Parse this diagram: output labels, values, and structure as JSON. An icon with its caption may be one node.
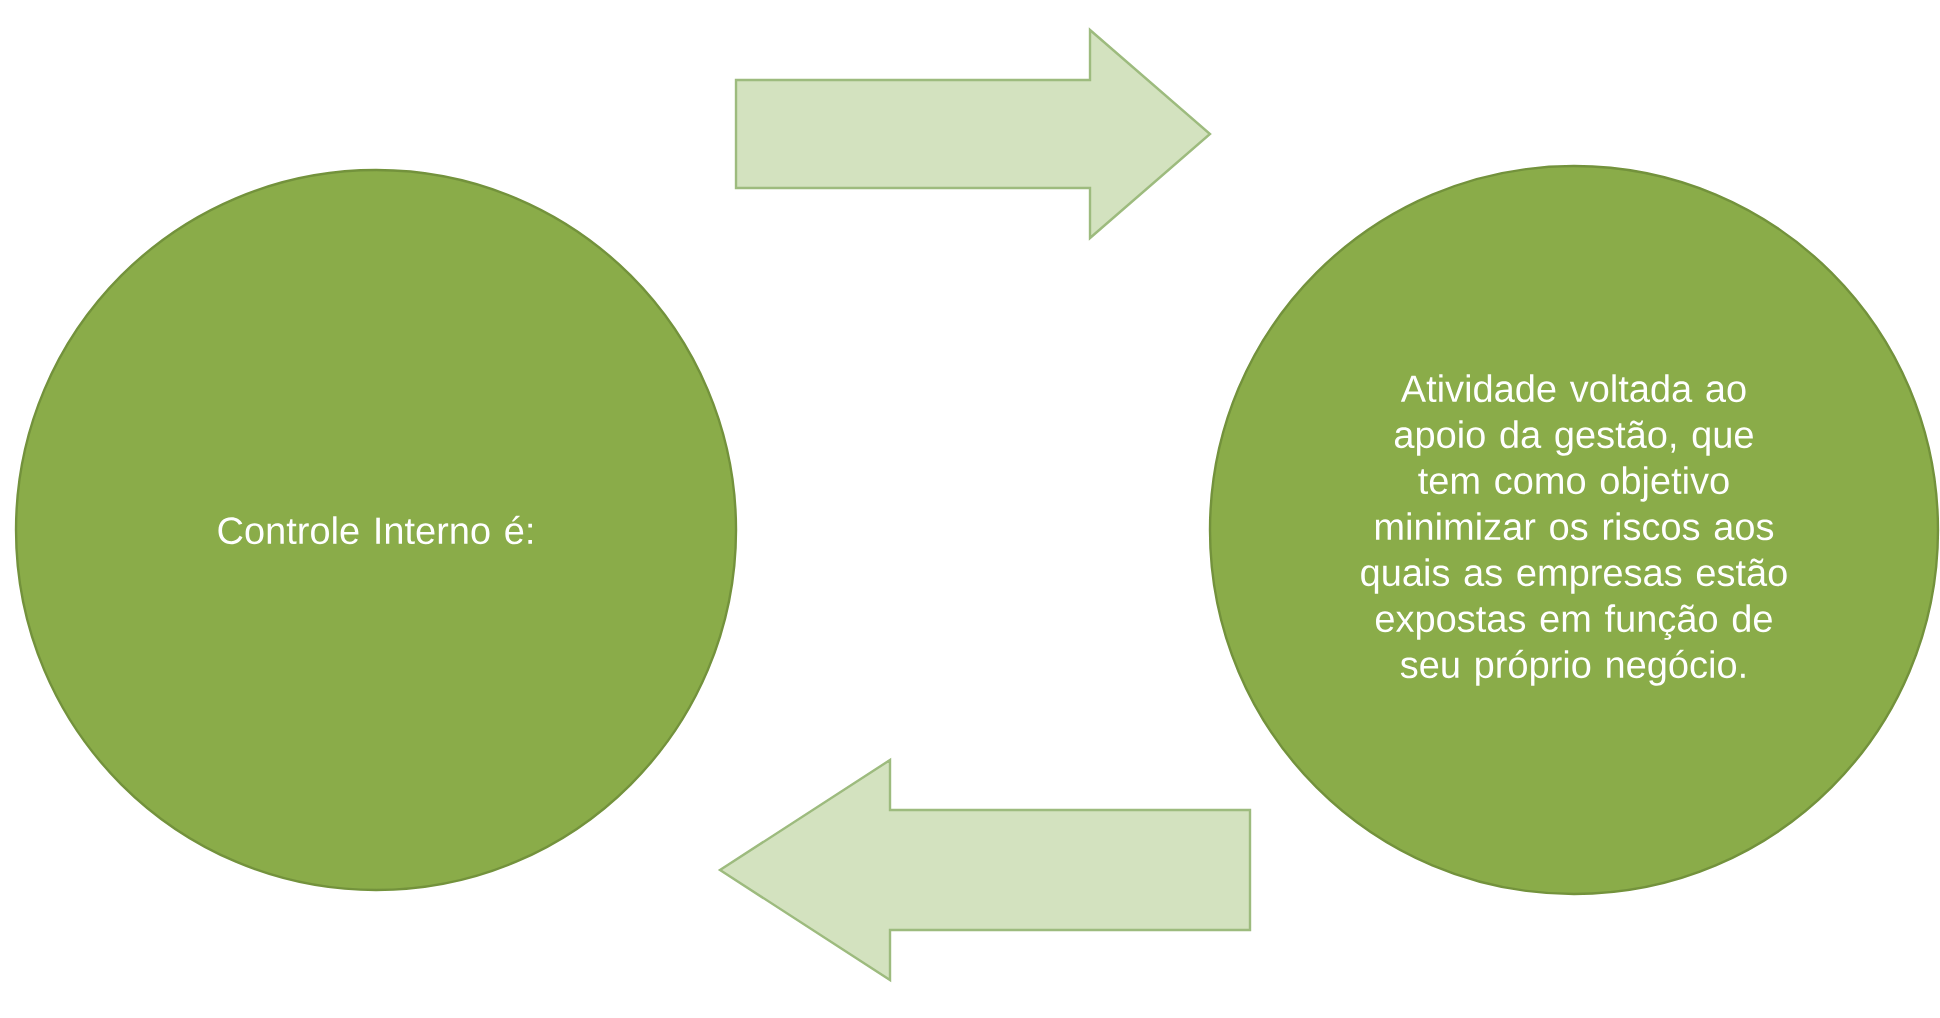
{
  "diagram": {
    "nodes": [
      {
        "text": [
          "Controle Interno é:"
        ]
      },
      {
        "text": [
          "Atividade voltada ao apoio da gestão, que tem como objetivo minimizar os riscos aos quais as empresas estão expostas em função de seu próprio negócio."
        ]
      }
    ],
    "edges": [
      {
        "from": 0,
        "to": 1,
        "arrow": "to"
      },
      {
        "from": 1,
        "to": 0,
        "arrow": "to"
      }
    ]
  }
}
